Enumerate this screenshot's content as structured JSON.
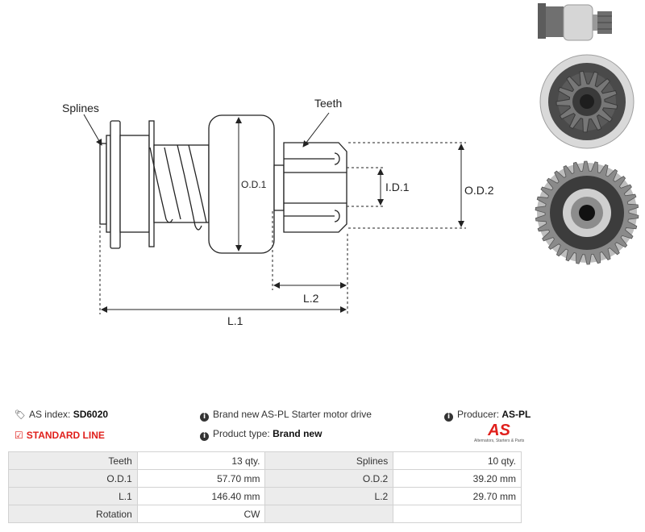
{
  "diagram": {
    "labels": {
      "splines": "Splines",
      "teeth": "Teeth",
      "od1": "O.D.1",
      "id1": "I.D.1",
      "od2": "O.D.2",
      "l2": "L.2",
      "l1": "L.1"
    }
  },
  "info": {
    "as_index_label": "AS index:",
    "as_index_value": "SD6020",
    "standard_line": "STANDARD LINE",
    "description": "Brand new AS-PL Starter motor drive",
    "product_type_label": "Product type:",
    "product_type_value": "Brand new",
    "producer_label": "Producer:",
    "producer_value": "AS-PL",
    "logo_text": "AS",
    "logo_tagline": "Alternators, Starters & Parts"
  },
  "specs": [
    {
      "k1": "Teeth",
      "v1": "13 qty.",
      "k2": "Splines",
      "v2": "10 qty."
    },
    {
      "k1": "O.D.1",
      "v1": "57.70 mm",
      "k2": "O.D.2",
      "v2": "39.20 mm"
    },
    {
      "k1": "L.1",
      "v1": "146.40 mm",
      "k2": "L.2",
      "v2": "29.70 mm"
    },
    {
      "k1": "Rotation",
      "v1": "CW",
      "k2": "",
      "v2": ""
    }
  ],
  "colors": {
    "accent": "#e0201c",
    "line": "#222222"
  },
  "icons": {
    "tag": "tag-icon",
    "check": "check-icon",
    "info": "info-icon"
  }
}
